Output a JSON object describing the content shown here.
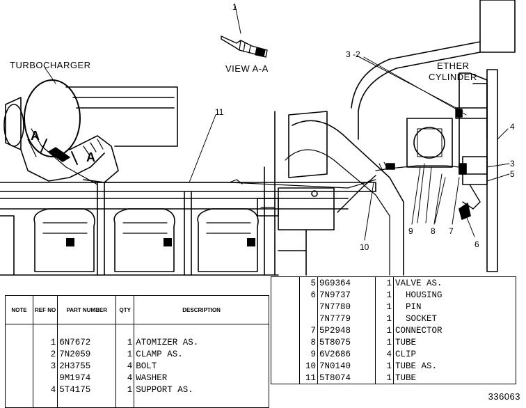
{
  "labels": {
    "turbocharger": "TURBOCHARGER",
    "view": "VIEW A-A",
    "ether_cylinder_line1": "ETHER",
    "ether_cylinder_line2": "CYLINDER",
    "section_a_left": "A",
    "section_a_right": "A"
  },
  "callouts": {
    "c1": "1",
    "c3_2": "3 -2",
    "c11": "11",
    "c4": "4",
    "c3": "3",
    "c5": "5",
    "c10": "10",
    "c9": "9",
    "c8": "8",
    "c7": "7",
    "c6": "6"
  },
  "table_headers": {
    "note": "NOTE",
    "ref_no": "REF NO",
    "part_number": "PART NUMBER",
    "qty": "QTY",
    "description": "DESCRIPTION"
  },
  "parts_left": [
    {
      "ref": "1",
      "part": "6N7672",
      "qty": "1",
      "desc": "ATOMIZER AS."
    },
    {
      "ref": "2",
      "part": "7N2059",
      "qty": "1",
      "desc": "CLAMP AS."
    },
    {
      "ref": "3",
      "part": "2H3755",
      "qty": "4",
      "desc": "BOLT"
    },
    {
      "ref": "",
      "part": "9M1974",
      "qty": "4",
      "desc": "WASHER"
    },
    {
      "ref": "4",
      "part": "5T4175",
      "qty": "1",
      "desc": "SUPPORT AS."
    }
  ],
  "parts_right": [
    {
      "ref": "5",
      "part": "9G9364",
      "qty": "1",
      "desc": "VALVE AS."
    },
    {
      "ref": "6",
      "part": "7N9737",
      "qty": "1",
      "desc": "  HOUSING"
    },
    {
      "ref": "",
      "part": "7N7780",
      "qty": "1",
      "desc": "  PIN"
    },
    {
      "ref": "",
      "part": "7N7779",
      "qty": "1",
      "desc": "  SOCKET"
    },
    {
      "ref": "7",
      "part": "5P2948",
      "qty": "1",
      "desc": "CONNECTOR"
    },
    {
      "ref": "8",
      "part": "5T8075",
      "qty": "1",
      "desc": "TUBE"
    },
    {
      "ref": "9",
      "part": "6V2686",
      "qty": "4",
      "desc": "CLIP"
    },
    {
      "ref": "10",
      "part": "7N0140",
      "qty": "1",
      "desc": "TUBE AS."
    },
    {
      "ref": "11",
      "part": "5T8074",
      "qty": "1",
      "desc": "TUBE"
    }
  ],
  "figure_number": "336063"
}
